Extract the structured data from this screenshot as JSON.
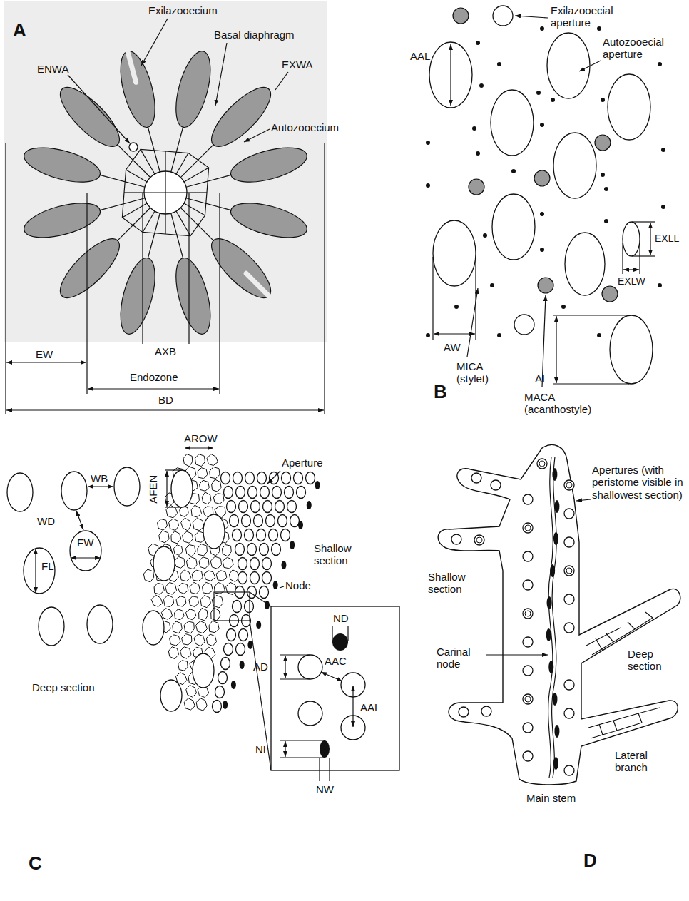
{
  "diagram": {
    "labels": [
      "A",
      "Exilazooecium",
      "ENWA",
      "Basal diaphragm",
      "EXWA",
      "Autozooecium",
      "EW",
      "AXB",
      "Endozone",
      "BD",
      "Exilazooecial aperture",
      "Autozooecial aperture",
      "AAL",
      "EXLL",
      "EXLW",
      "AW",
      "AL",
      "MICA (stylet)",
      "MACA (acanthostyle)",
      "B",
      "AROW",
      "WB",
      "AFEN",
      "Aperture",
      "WD",
      "FW",
      "FL",
      "Shallow section",
      "Node",
      "Deep section",
      "ND",
      "AD",
      "AAC",
      "AAL",
      "NL",
      "NW",
      "C",
      "Apertures (with peristome visible in shallowest section)",
      "Shallow section",
      "Carinal node",
      "Deep section",
      "Lateral branch",
      "Main stem",
      "D"
    ]
  }
}
